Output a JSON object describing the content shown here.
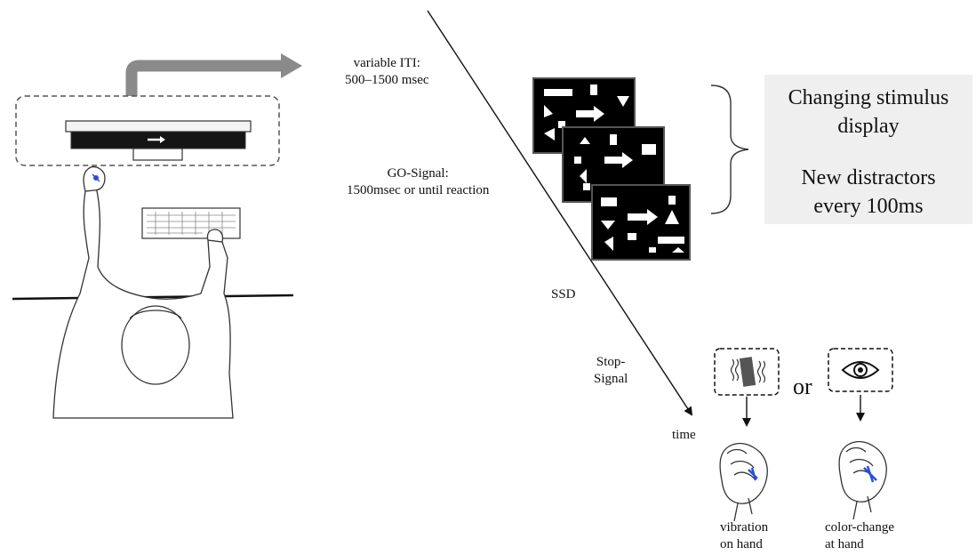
{
  "timeline": {
    "iti_line1": "variable ITI:",
    "iti_line2": "500–1500 msec",
    "go_line1": "GO-Signal:",
    "go_line2": "1500msec or until reaction",
    "ssd": "SSD",
    "stop_line1": "Stop-",
    "stop_line2": "Signal",
    "time": "time"
  },
  "info_box": {
    "line1": "Changing stimulus",
    "line2": "display",
    "line3": "New distractors",
    "line4": "every 100ms"
  },
  "stop_signals": {
    "or_label": "or",
    "left_line1": "vibration",
    "left_line2": "on hand",
    "right_line1": "color-change",
    "right_line2": "at hand",
    "left_icon": "vibration-icon",
    "right_icon": "eye-icon"
  },
  "colors": {
    "arrow": "#8a8a8a",
    "grey_box": "#efefef",
    "hand_accent": "#2a4fd8"
  }
}
